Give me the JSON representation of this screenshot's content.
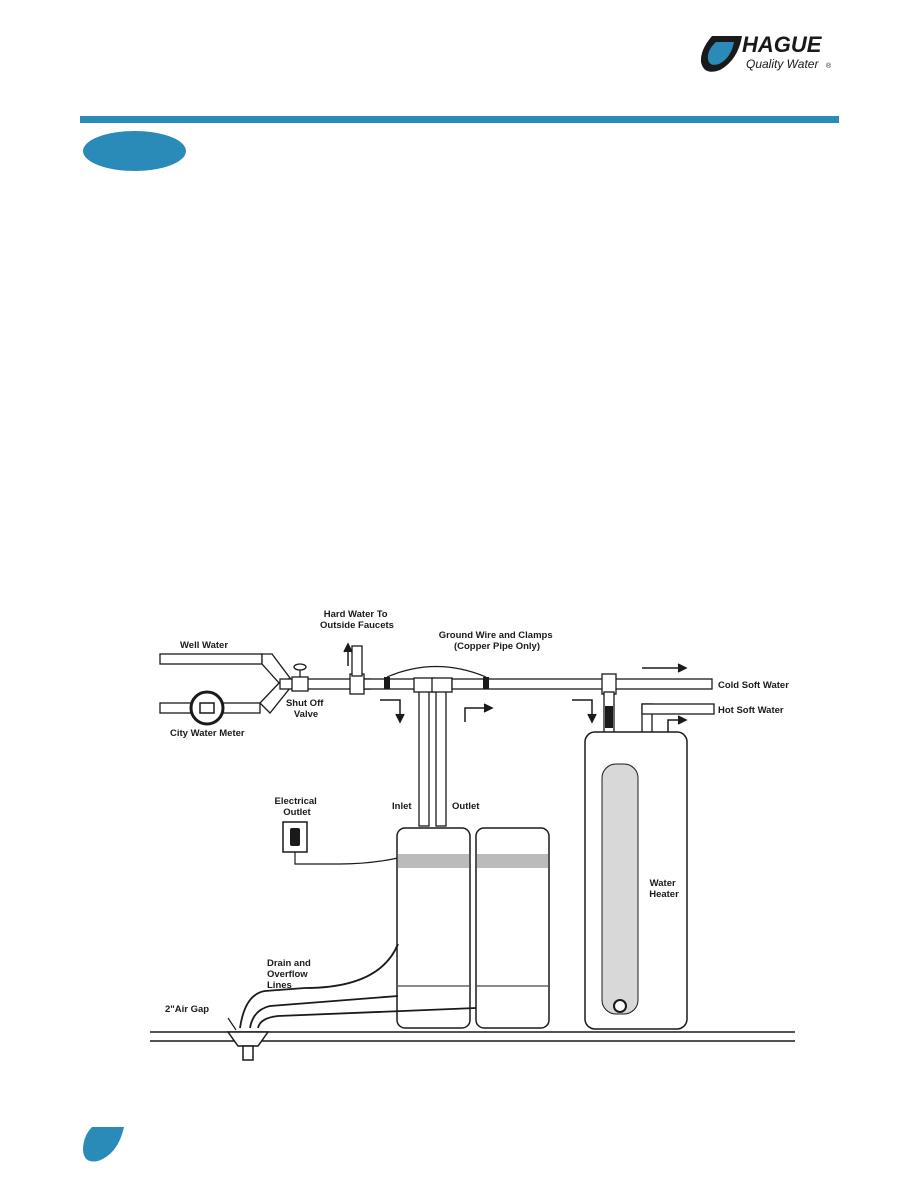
{
  "brand": {
    "name": "HAGUE",
    "tagline": "Quality Water",
    "registered": "®",
    "color": "#2a8ab8"
  },
  "diagram": {
    "labels": {
      "well_water": "Well Water",
      "city_water_meter": "City Water Meter",
      "shut_off_line1": "Shut Off",
      "shut_off_line2": "Valve",
      "hard_water_line1": "Hard Water To",
      "hard_water_line2": "Outside Faucets",
      "ground_line1": "Ground Wire and Clamps",
      "ground_line2": "(Copper Pipe Only)",
      "cold_soft_water": "Cold Soft Water",
      "hot_soft_water": "Hot Soft Water",
      "electrical_line1": "Electrical",
      "electrical_line2": "Outlet",
      "inlet": "Inlet",
      "outlet": "Outlet",
      "water_heater_line1": "Water",
      "water_heater_line2": "Heater",
      "drain_line1": "Drain and",
      "drain_line2": "Overflow",
      "drain_line3": "Lines",
      "air_gap": "2\"Air Gap"
    }
  }
}
